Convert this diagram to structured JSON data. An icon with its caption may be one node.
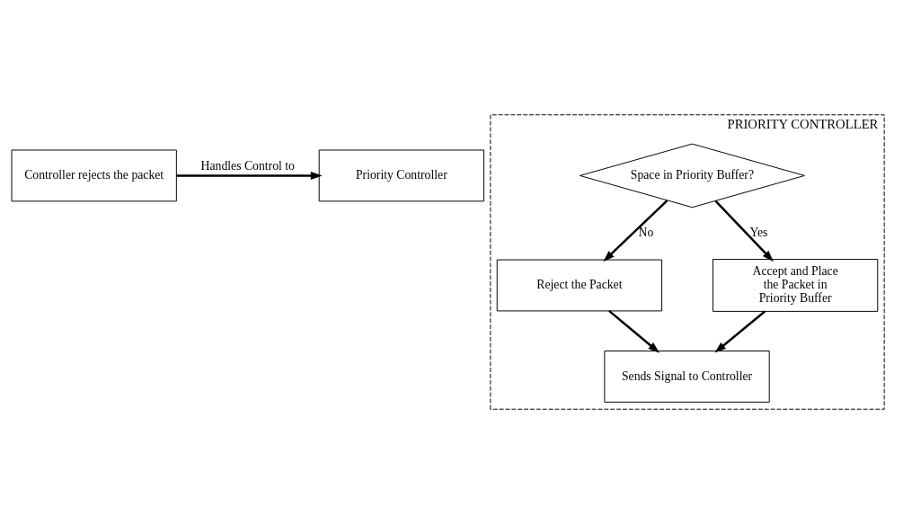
{
  "diagram": {
    "nodes": [
      {
        "text": [
          "Controller rejects the packet"
        ]
      },
      {
        "text": [
          "Priority Controller"
        ]
      },
      {
        "text": [
          "PRIORITY CONTROLLER"
        ]
      },
      {
        "text": [
          "Space in Priority Buffer?"
        ],
        "in": 2
      },
      {
        "text": [
          "Reject the Packet"
        ],
        "in": 2
      },
      {
        "text": [
          "Accept and Place the Packet in Priority Buffer"
        ],
        "in": 2
      },
      {
        "text": [
          "Sends Signal to Controller"
        ],
        "in": 2
      }
    ],
    "edges": [
      {
        "from": 0,
        "to": 1,
        "arrow": "to",
        "label": "Handles Control to"
      },
      {
        "from": 3,
        "to": 4,
        "arrow": "to",
        "label": "No"
      },
      {
        "from": 3,
        "to": 5,
        "arrow": "to",
        "label": "Yes"
      },
      {
        "from": 4,
        "to": 6,
        "arrow": "to"
      },
      {
        "from": 5,
        "to": 6,
        "arrow": "to"
      }
    ]
  }
}
